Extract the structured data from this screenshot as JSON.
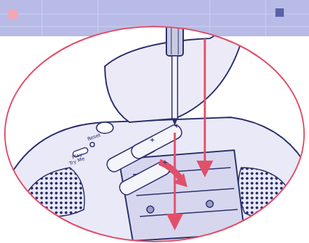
{
  "diagram": {
    "labels": [
      "Reset",
      "Play",
      "Try Me",
      "+",
      "+",
      "+"
    ]
  }
}
